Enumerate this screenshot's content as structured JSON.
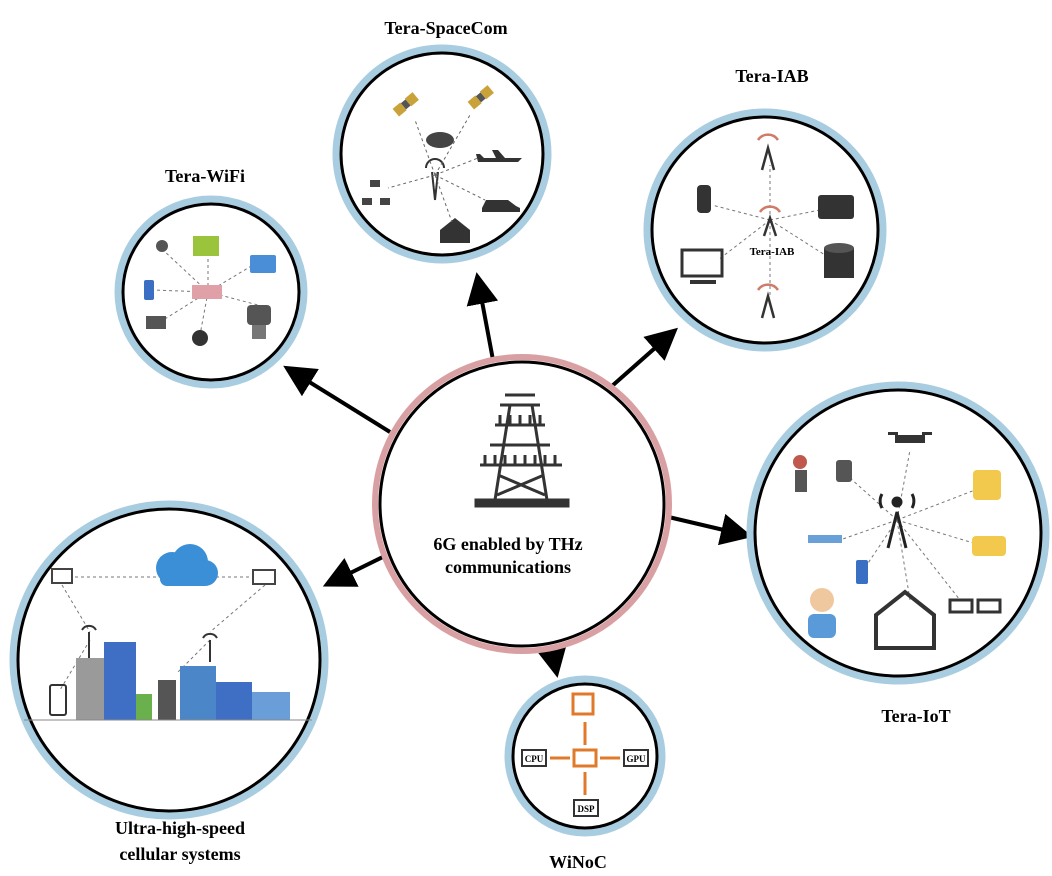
{
  "center": {
    "line1": "6G enabled by THz",
    "line2": "communications"
  },
  "nodes": {
    "spacecom": {
      "label": "Tera-SpaceCom"
    },
    "iab": {
      "label": "Tera-IAB",
      "inner_label": "Tera-IAB"
    },
    "wifi": {
      "label": "Tera-WiFi"
    },
    "iot": {
      "label": "Tera-IoT"
    },
    "winoc": {
      "label": "WiNoC",
      "chips": {
        "cpu": "CPU",
        "gpu": "GPU",
        "dsp": "DSP"
      }
    },
    "cellular": {
      "label_line1": "Ultra-high-speed",
      "label_line2": "cellular systems"
    }
  },
  "colors": {
    "circle_halo": "#a9cde0",
    "center_halo": "#d9a0a4",
    "arrow": "#000000",
    "winoc_orange": "#e07a2a",
    "cloud_blue": "#3b8fd6",
    "building_blue": "#3f6fc4"
  }
}
